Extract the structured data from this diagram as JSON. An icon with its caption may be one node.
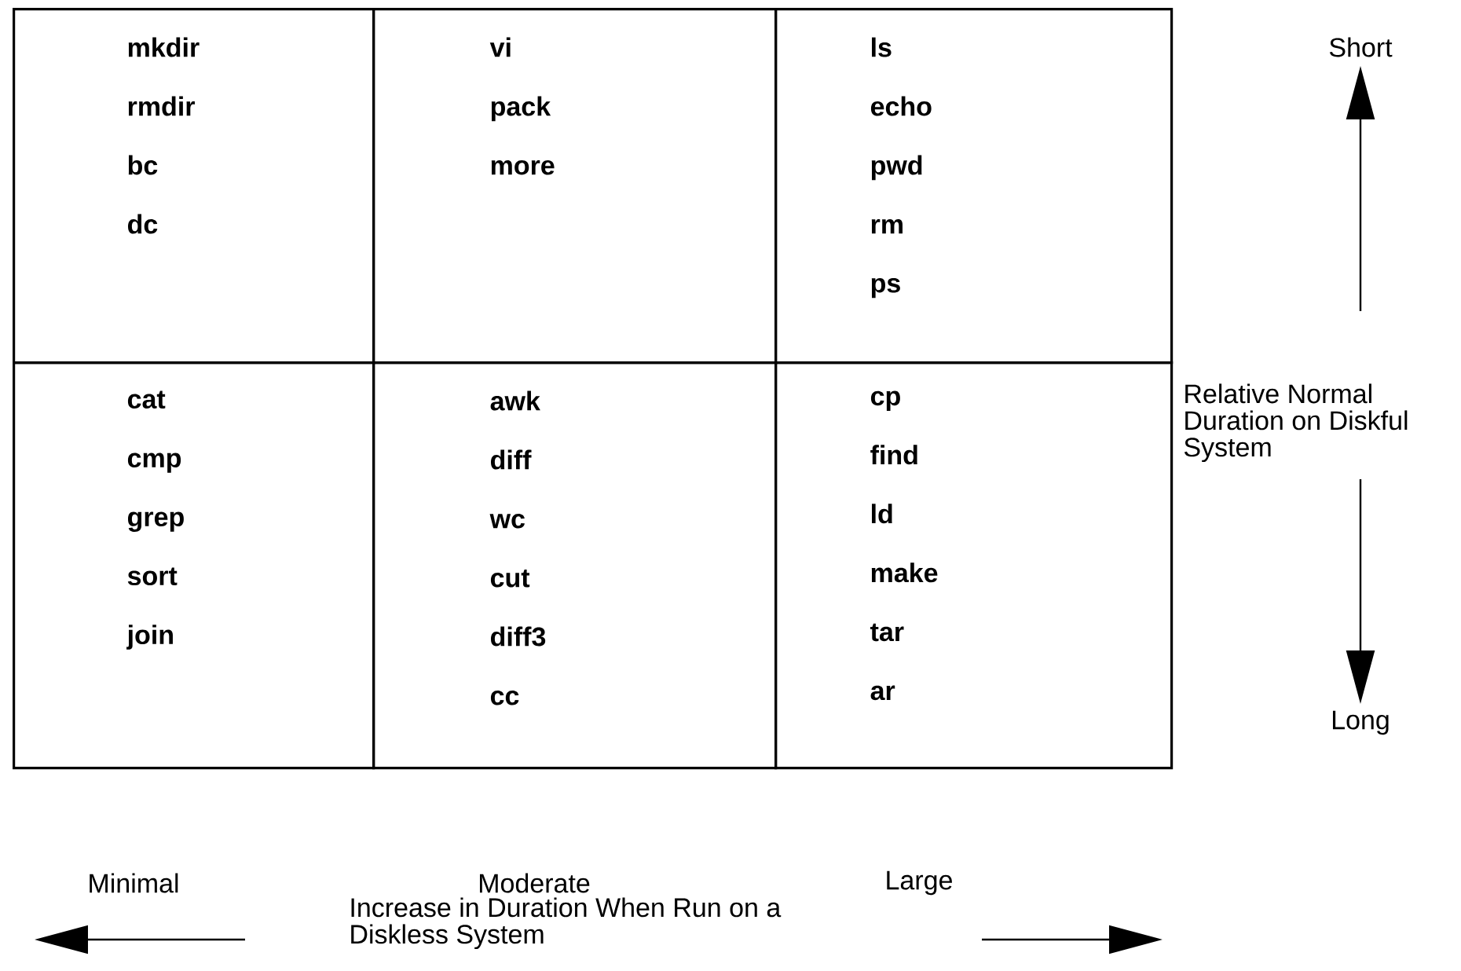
{
  "diagram": {
    "nodes": [
      {
        "text": [
          "mkdir",
          "rmdir",
          "bc",
          "dc"
        ]
      },
      {
        "text": [
          "vi",
          "pack",
          "more"
        ]
      },
      {
        "text": [
          "ls",
          "echo",
          "pwd",
          "rm",
          "ps"
        ]
      },
      {
        "text": [
          "cat",
          "cmp",
          "grep",
          "sort",
          "join"
        ]
      },
      {
        "text": [
          "awk",
          "diff",
          "wc",
          "cut",
          "diff3",
          "cc"
        ]
      },
      {
        "text": [
          "cp",
          "find",
          "ld",
          "make",
          "tar",
          "ar"
        ]
      }
    ],
    "edges": [],
    "labels": [
      "Short",
      "Relative Normal Duration on Diskful System",
      "Long",
      "Minimal",
      "Moderate",
      "Large",
      "Increase in Duration When Run on a Diskless System"
    ]
  }
}
